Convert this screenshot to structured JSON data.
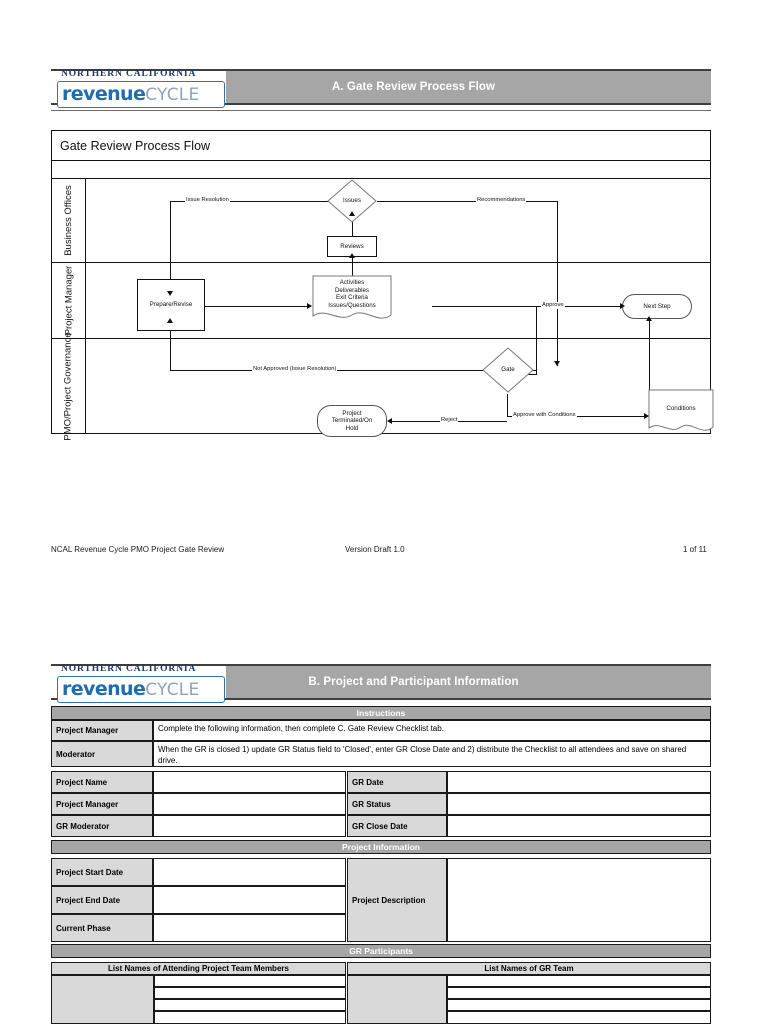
{
  "document": {
    "brand": {
      "tagline": "NORTHERN CALIFORNIA",
      "word_primary": "revenue",
      "word_secondary": "CYCLE"
    }
  },
  "page1": {
    "header": {
      "title": "A. Gate Review Process Flow"
    },
    "diagram": {
      "title": "Gate Review Process Flow",
      "type": "swimlane-flowchart",
      "lanes": [
        {
          "label": "Business Offices"
        },
        {
          "label": "Project Manager"
        },
        {
          "label": "PMO/Project Governance"
        }
      ],
      "nodes": [
        {
          "id": "issues",
          "label": "Issues",
          "shape": "diamond",
          "lane": "Business Offices"
        },
        {
          "id": "reviews",
          "label": "Reviews",
          "shape": "rectangle",
          "lane": "Business Offices"
        },
        {
          "id": "prepare",
          "label": "Prepare/Revise",
          "shape": "rectangle",
          "lane": "Project Manager"
        },
        {
          "id": "artifacts",
          "label": "Activities\nDeliverables\nExit Criteria\nIssues/Questions",
          "shape": "document",
          "lane": "Project Manager"
        },
        {
          "id": "next-step",
          "label": "Next Step",
          "shape": "rounded",
          "lane": "Project Manager"
        },
        {
          "id": "gate",
          "label": "Gate",
          "shape": "diamond",
          "lane": "PMO/Project Governance"
        },
        {
          "id": "terminated",
          "label": "Project\nTerminated/On\nHold",
          "shape": "rounded",
          "lane": "PMO/Project Governance"
        },
        {
          "id": "conditions",
          "label": "Conditions",
          "shape": "document",
          "lane": "PMO/Project Governance"
        }
      ],
      "artifacts_lines": [
        "Activities",
        "Deliverables",
        "Exit Criteria",
        "Issues/Questions"
      ],
      "terminated_lines": [
        "Project",
        "Terminated/On",
        "Hold"
      ],
      "edge_labels": {
        "issue_resolution": "Issue Resolution",
        "recommendations": "Recommendations",
        "approve": "Approve",
        "not_approved": "Not Approved (Issue Resolution)",
        "reject": "Reject",
        "approve_with_conditions": "Approve with Conditions"
      }
    },
    "footer": {
      "left": "NCAL Revenue Cycle PMO Project Gate Review",
      "center": "Version Draft 1.0",
      "right": "1 of 11"
    }
  },
  "page2": {
    "header": {
      "title": "B. Project and Participant Information"
    },
    "instructions": {
      "section_title": "Instructions",
      "rows": [
        {
          "role": "Project Manager",
          "text": "Complete the following information, then complete C. Gate Review Checklist tab."
        },
        {
          "role": "Moderator",
          "text": "When the GR is closed 1) update GR Status field to 'Closed', enter GR Close Date and 2) distribute the Checklist to all attendees and save on shared drive."
        }
      ]
    },
    "identity_fields": {
      "left": [
        {
          "label": "Project Name",
          "value": ""
        },
        {
          "label": "Project Manager",
          "value": ""
        },
        {
          "label": "GR Moderator",
          "value": ""
        }
      ],
      "right": [
        {
          "label": "GR Date",
          "value": ""
        },
        {
          "label": "GR Status",
          "value": ""
        },
        {
          "label": "GR Close Date",
          "value": ""
        }
      ]
    },
    "project_information": {
      "section_title": "Project Information",
      "left": [
        {
          "label": "Project Start Date",
          "value": ""
        },
        {
          "label": "Project End Date",
          "value": ""
        },
        {
          "label": "Current Phase",
          "value": ""
        }
      ],
      "right": {
        "label": "Project Description",
        "value": ""
      }
    },
    "gr_participants": {
      "section_title": "GR Participants",
      "columns": [
        {
          "header": "List Names of Attending Project Team Members",
          "rows": [
            "",
            "",
            "",
            "",
            ""
          ]
        },
        {
          "header": "List Names of GR Team",
          "rows": [
            "",
            "",
            "",
            "",
            ""
          ]
        }
      ]
    }
  }
}
